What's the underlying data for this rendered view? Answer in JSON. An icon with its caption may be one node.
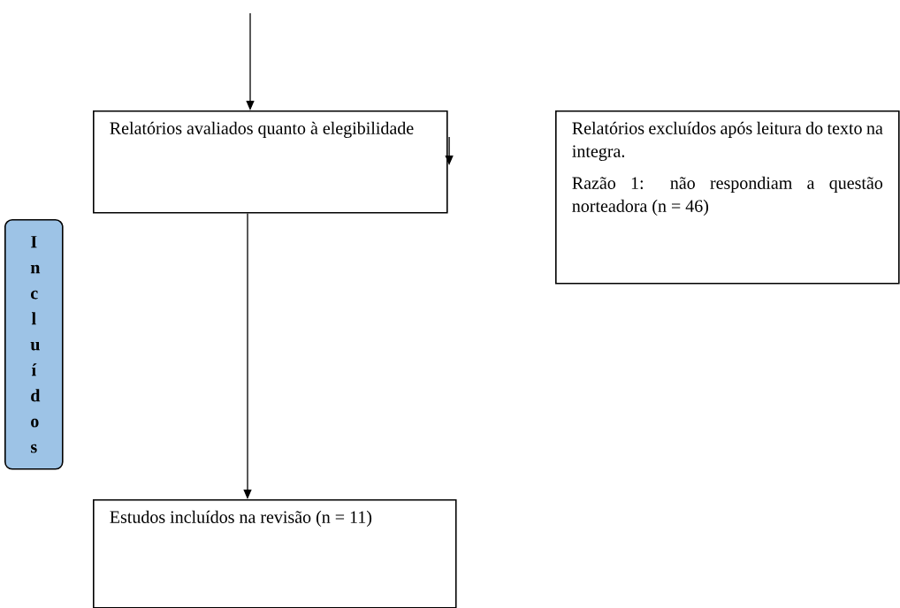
{
  "diagram": {
    "nodes": [
      {
        "text": [
          "Relatórios avaliados quanto à elegibilidade"
        ]
      },
      {
        "text": [
          "Relatórios excluídos após leitura do texto na integra.",
          "Razão 1: não respondiam a questão norteadora (n = 46)"
        ]
      },
      {
        "text": [
          "Estudos incluídos na revisão (n = 11)"
        ]
      },
      {
        "text": [
          "Incluídos"
        ]
      }
    ],
    "edges": [
      {
        "from": null,
        "to": 0,
        "arrow": "to"
      },
      {
        "from": 0,
        "to": 2,
        "arrow": "to"
      },
      {
        "from": null,
        "to": 0,
        "arrow": "to"
      }
    ]
  }
}
